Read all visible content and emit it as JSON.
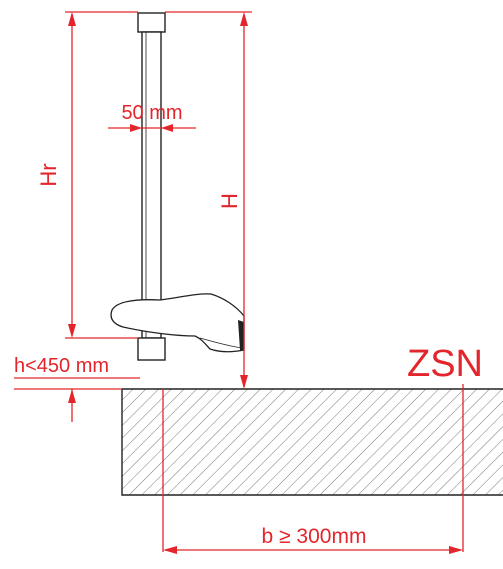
{
  "labels": {
    "hr": "Hr",
    "h": "H",
    "bar_width": "50 mm",
    "max_height": "h<450 mm",
    "zone": "ZSN",
    "min_width": "b ≥ 300mm"
  },
  "colors": {
    "dimension": "#e3262b",
    "outline": "#222222",
    "hatch": "#6b6b6b"
  }
}
